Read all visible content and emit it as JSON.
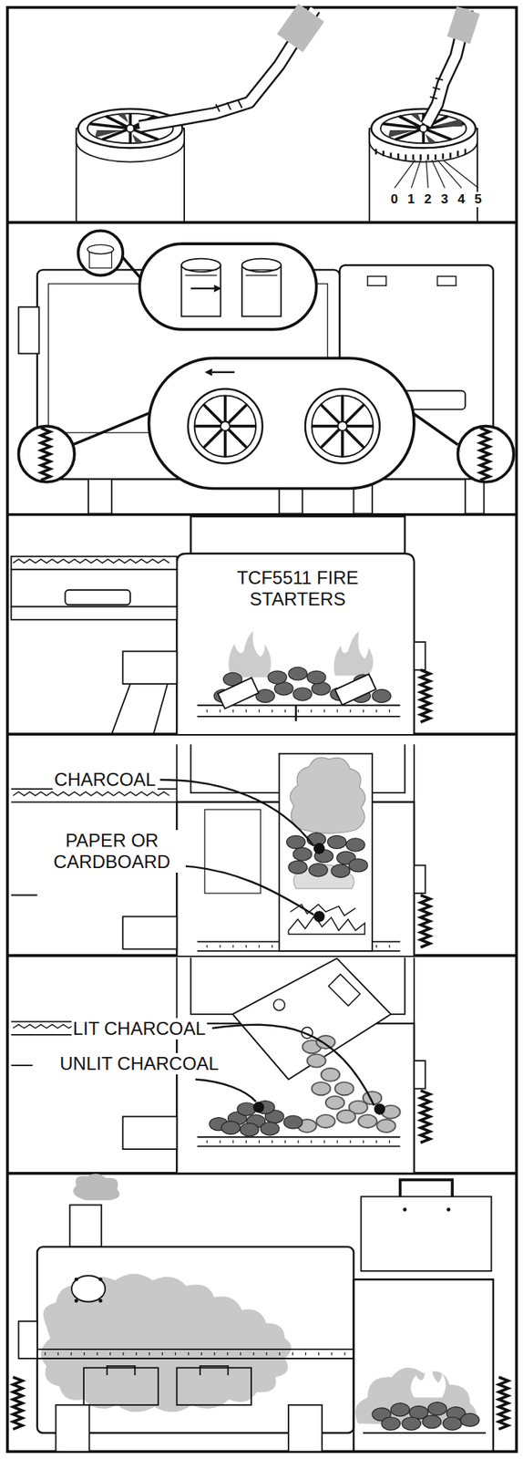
{
  "diagram": {
    "labels": [
      "0",
      "1",
      "2",
      "3",
      "4",
      "5",
      "TCF5511 FIRE STARTERS",
      "CHARCOAL",
      "PAPER OR CARDBOARD",
      "LIT CHARCOAL",
      "UNLIT CHARCOAL"
    ]
  }
}
